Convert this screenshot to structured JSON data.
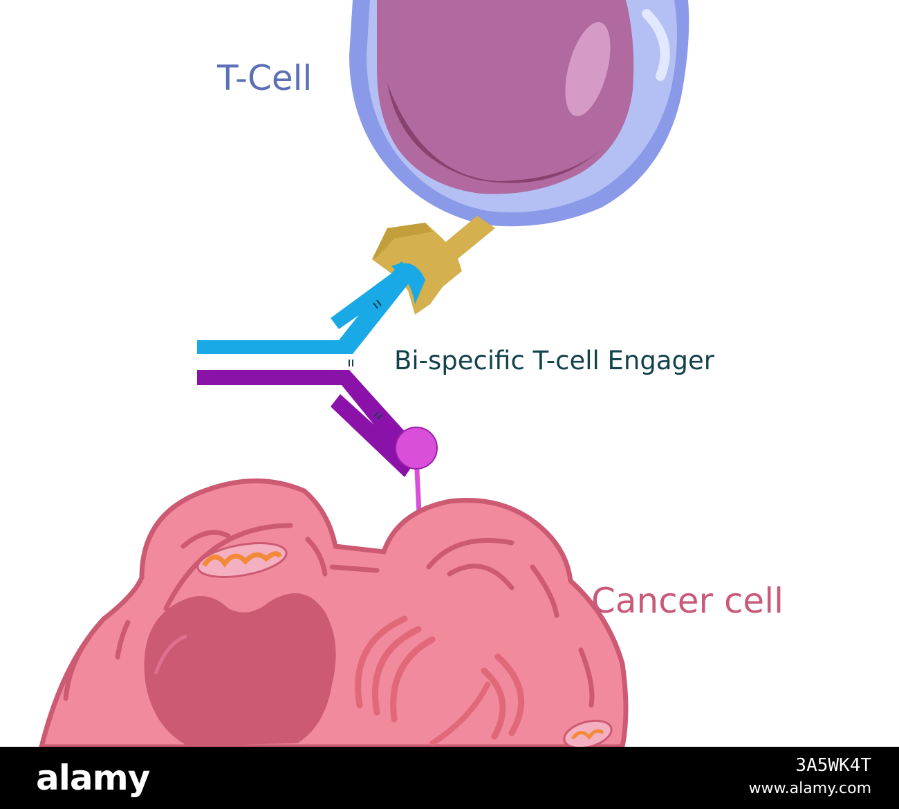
{
  "labels": {
    "t_cell": "T-Cell",
    "bite": "Bi-specific T-cell Engager",
    "cancer_cell": "Cancer cell"
  },
  "colors": {
    "t_cell_membrane": "#8a9ae8",
    "t_cell_nucleus": "#b06aa0",
    "receptor": "#d4b14e",
    "heavy_chain_cyan": "#19a9e6",
    "heavy_chain_purple": "#8a12a8",
    "antigen": "#d94fd9",
    "cancer_cell": "#f08a9c",
    "cancer_nucleus": "#cc5a72"
  },
  "footer": {
    "brand": "alamy",
    "image_id": "3A5WK4T",
    "site": "www.alamy.com"
  }
}
